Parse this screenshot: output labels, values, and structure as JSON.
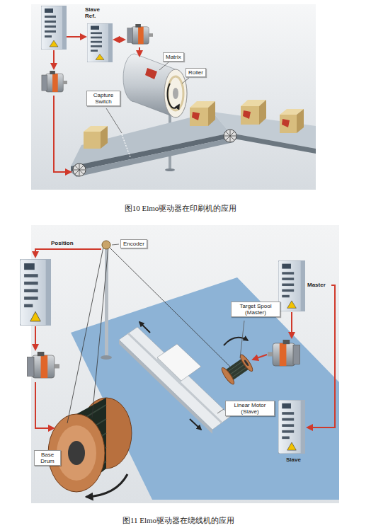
{
  "diagram": {
    "nodes": [
      {
        "text": [
          "Matrix"
        ]
      },
      {
        "text": [
          "Roller"
        ]
      },
      {
        "text": [
          "Capture Switch"
        ]
      },
      {
        "text": [
          "Encoder"
        ]
      },
      {
        "text": [
          "Target Spool (Master)"
        ]
      },
      {
        "text": [
          "Linear Motor (Slave)"
        ]
      },
      {
        "text": [
          "Base Drum"
        ]
      }
    ],
    "labels": [
      "Slave Ref.",
      "图10 Elmo驱动器在印刷机的应用",
      "Position",
      "Master",
      "Slave",
      "图11 Elmo驱动器在绕线机的应用"
    ]
  }
}
